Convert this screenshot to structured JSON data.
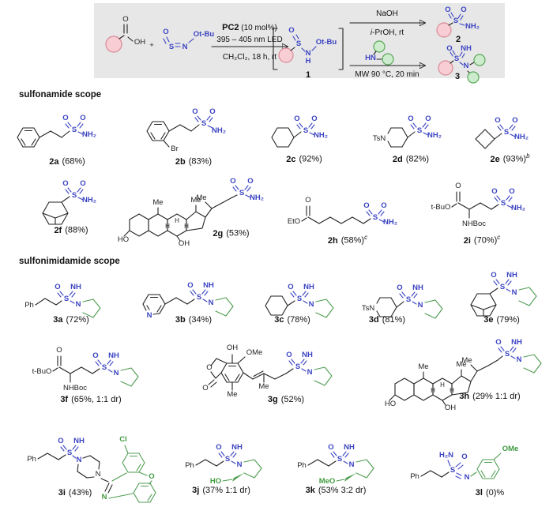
{
  "glyphs": {
    "O": "O",
    "S": "S",
    "N": "N",
    "H": "H",
    "NH": "NH",
    "NH2": "NH₂",
    "H2N": "H₂N",
    "HN": "HN",
    "OH": "OH",
    "HO": "HO",
    "Me": "Me",
    "OMe": "OMe",
    "MeO": "MeO",
    "Br": "Br",
    "Cl": "Cl",
    "Ph": "Ph",
    "TsN": "TsN",
    "EtO": "EtO",
    "tBuO": "t-BuO",
    "NHBoc": "NHBoc",
    "OtBu": "Ot-Bu",
    "plus": "+"
  },
  "scheme": {
    "catalyst_bold": "PC2",
    "catalyst_rest": " (10 mol%)",
    "led": "395 – 405 nm LED",
    "solvent": "CH₂Cl₂, 18 h, rt",
    "intermediate_label": "1",
    "naoh": "NaOH",
    "iproh_i": "i",
    "iproh_rest": "-PrOH, rt",
    "product2_label": "2",
    "mw": "MW 90 °C, 20 min",
    "product3_label": "3"
  },
  "sections": {
    "sulfonamide": "sulfonamide scope",
    "sulfonimidamide": "sulfonimidamide scope"
  },
  "compounds2": [
    {
      "code": "2a",
      "yield": "(68%)",
      "sup": ""
    },
    {
      "code": "2b",
      "yield": "(83%)",
      "sup": ""
    },
    {
      "code": "2c",
      "yield": "(92%)",
      "sup": ""
    },
    {
      "code": "2d",
      "yield": "(82%)",
      "sup": ""
    },
    {
      "code": "2e",
      "yield": "(93%)",
      "sup": "b"
    },
    {
      "code": "2f",
      "yield": "(88%)",
      "sup": ""
    },
    {
      "code": "2g",
      "yield": "(53%)",
      "sup": ""
    },
    {
      "code": "2h",
      "yield": "(58%)",
      "sup": "c"
    },
    {
      "code": "2i",
      "yield": "(70%)",
      "sup": "c"
    }
  ],
  "compounds3": [
    {
      "code": "3a",
      "yield": "(72%)",
      "sup": ""
    },
    {
      "code": "3b",
      "yield": "(34%)",
      "sup": ""
    },
    {
      "code": "3c",
      "yield": "(78%)",
      "sup": ""
    },
    {
      "code": "3d",
      "yield": "(81%)",
      "sup": ""
    },
    {
      "code": "3e",
      "yield": "(79%)",
      "sup": ""
    },
    {
      "code": "3f",
      "yield": "(65%, 1:1 dr)",
      "sup": ""
    },
    {
      "code": "3g",
      "yield": "(52%)",
      "sup": ""
    },
    {
      "code": "3h",
      "yield": "(29% 1:1 dr)",
      "sup": ""
    },
    {
      "code": "3i",
      "yield": "(43%)",
      "sup": ""
    },
    {
      "code": "3j",
      "yield": "(37% 1:1 dr)",
      "sup": ""
    },
    {
      "code": "3k",
      "yield": "(53% 3:2 dr)",
      "sup": ""
    },
    {
      "code": "3l",
      "yield": "(0)%",
      "sup": ""
    }
  ]
}
